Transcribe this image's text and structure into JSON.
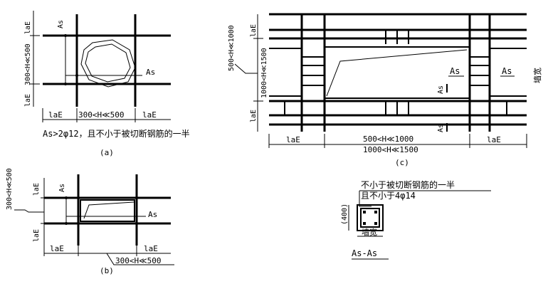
{
  "diagram_a": {
    "dim_left_top": "laE",
    "dim_left_mid": "300<H≪500",
    "dim_left_bot": "laE",
    "as_top": "As",
    "as_right": "As",
    "dim_bottom_left": "laE",
    "dim_bottom_mid": "300<H≪500",
    "dim_bottom_right": "laE",
    "note": "As>2φ12，且不小于被切断钢筋的一半",
    "caption": "(a)"
  },
  "diagram_b": {
    "dim_left_height": "300<H≪500",
    "dim_left_top": "laE",
    "dim_left_bot": "laE",
    "as_top": "As",
    "as_right": "As",
    "dim_bottom_left": "laE",
    "dim_bottom_right": "laE",
    "dim_bottom_height": "300<H≪500",
    "caption": "(b)"
  },
  "diagram_c": {
    "dim_left_height": "500<H≪1000",
    "dim_left_top": "laE",
    "dim_left_mid": "1000<H≪1500",
    "dim_left_bot": "laE",
    "as_mid": "As",
    "as_right": "As",
    "as_vertical_1": "As",
    "as_vertical_2": "As",
    "wall_width": "墙宽",
    "dim_bottom_left": "laE",
    "dim_bottom_mid": "500<H≪1000",
    "dim_bottom_right": "laE",
    "dim_bottom_total": "1000<H≪1500",
    "caption": "(c)"
  },
  "section": {
    "note_line1": "不小于被切断钢筋的一半",
    "note_line2": "且不小于4φ14",
    "height_label": "(400)",
    "wall_width": "墙宽",
    "title": "As-As"
  }
}
